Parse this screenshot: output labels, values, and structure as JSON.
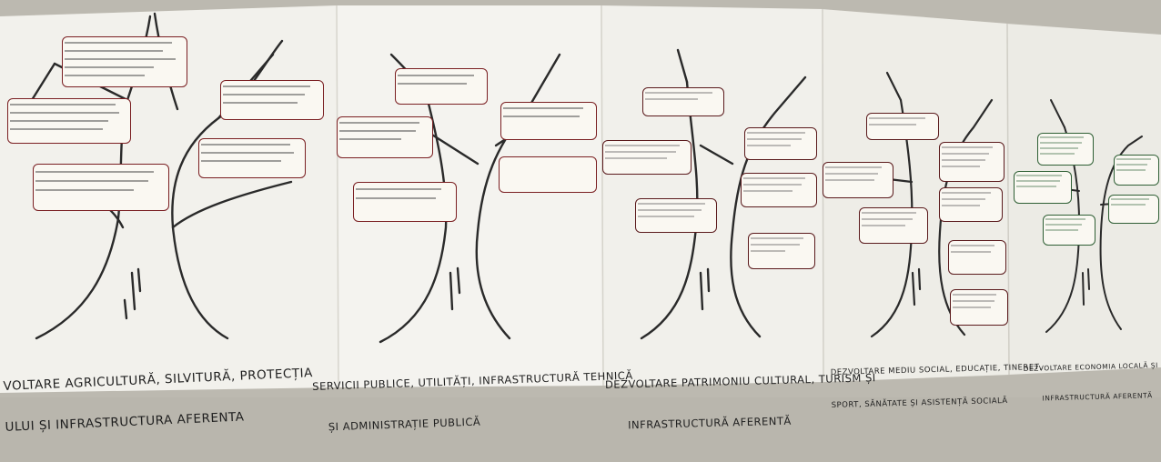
{
  "posters": [
    {
      "id": "poster-agriculture",
      "title_line1": "VOLTARE AGRICULTURĂ, SILVITURĂ, PROTECȚIA",
      "title_line2": "ULUI ȘI INFRASTRUCTURA AFERENTA"
    },
    {
      "id": "poster-public-services",
      "title_line1": "SERVICII PUBLICE, UTILITĂȚI, INFRASTRUCTURĂ TEHNICĂ",
      "title_line2": "ȘI ADMINISTRAȚIE PUBLICĂ"
    },
    {
      "id": "poster-heritage",
      "title_line1": "DEZVOLTARE PATRIMONIU CULTURAL, TURISM ȘI",
      "title_line2": "INFRASTRUCTURĂ AFERENTĂ"
    },
    {
      "id": "poster-social",
      "title_line1": "DEZVOLTARE MEDIU SOCIAL, EDUCAȚIE, TINERET,",
      "title_line2": "SPORT, SĂNĂTATE ȘI ASISTENȚĂ SOCIALĂ"
    },
    {
      "id": "poster-economy",
      "title_line1": "DEZVOLTARE ECONOMIA LOCALĂ ȘI",
      "title_line2": "INFRASTRUCTURĂ AFERENTĂ"
    }
  ],
  "colors": {
    "paper": "#f3f2ee",
    "backdrop": "#b9b6ad",
    "ink": "#1f1f1f",
    "card_border": "#7a1f22",
    "green_card_border": "#2f5f35"
  }
}
